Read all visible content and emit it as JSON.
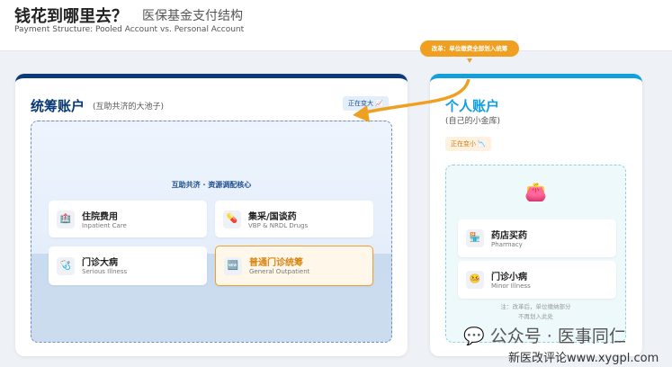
{
  "header": {
    "title": "钱花到哪里去？",
    "subtitle_cn": "医保基金支付结构",
    "subtitle_en": "Payment Structure: Pooled Account vs. Personal Account"
  },
  "callout": "改革：单位缴费全部划入统筹",
  "pooled": {
    "title": "统筹账户",
    "desc": "(互助共济的大池子)",
    "badge": "正在变大 📈",
    "core": "互助共济 · 资源调配核心",
    "items": [
      {
        "cn": "住院费用",
        "en": "Inpatient Care",
        "icon": "🏥"
      },
      {
        "cn": "集采/国谈药",
        "en": "VBP & NRDL Drugs",
        "icon": "💊"
      },
      {
        "cn": "门诊大病",
        "en": "Serious Illness",
        "icon": "🩺"
      },
      {
        "cn": "普通门诊统筹",
        "en": "General Outpatient",
        "icon": "🆕"
      }
    ]
  },
  "personal": {
    "title": "个人账户",
    "desc": "(自己的小金库)",
    "badge": "正在变小 📉",
    "icon": "👛",
    "items": [
      {
        "cn": "药店买药",
        "en": "Pharmacy",
        "icon": "🏪"
      },
      {
        "cn": "门诊小病",
        "en": "Minor Illness",
        "icon": "🤒"
      }
    ],
    "note1": "注：改革后，单位缴纳部分",
    "note2": "不再划入此处"
  },
  "watermark": {
    "wechat": "公众号 · 医事同仁",
    "site": "新医改评论www.xygpl.com"
  },
  "colors": {
    "pooled": "#0a3a78",
    "personal": "#12a0dc",
    "accent": "#f0a020"
  }
}
